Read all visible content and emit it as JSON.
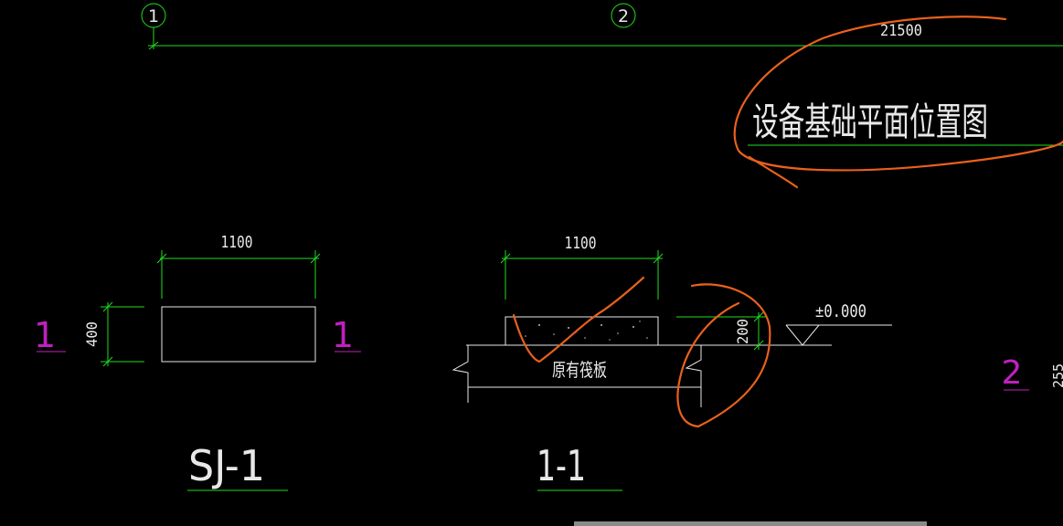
{
  "grid": {
    "axis1": "1",
    "axis2": "2",
    "span": "21500"
  },
  "plan_title": "设备基础平面位置图",
  "sj1": {
    "width_dim": "1100",
    "height_dim": "400",
    "cut_left": "1",
    "cut_right": "1",
    "label": "SJ-1"
  },
  "section": {
    "width_dim": "1100",
    "height_dim": "200",
    "elevation": "±0.000",
    "slab_text": "原有筏板",
    "label": "1-1"
  },
  "side_mark": "2",
  "edge_text": "255",
  "colors": {
    "line": "#e8e8e8",
    "dim": "#22dd22",
    "cut": "#c020c0",
    "markup": "#e8611c"
  }
}
